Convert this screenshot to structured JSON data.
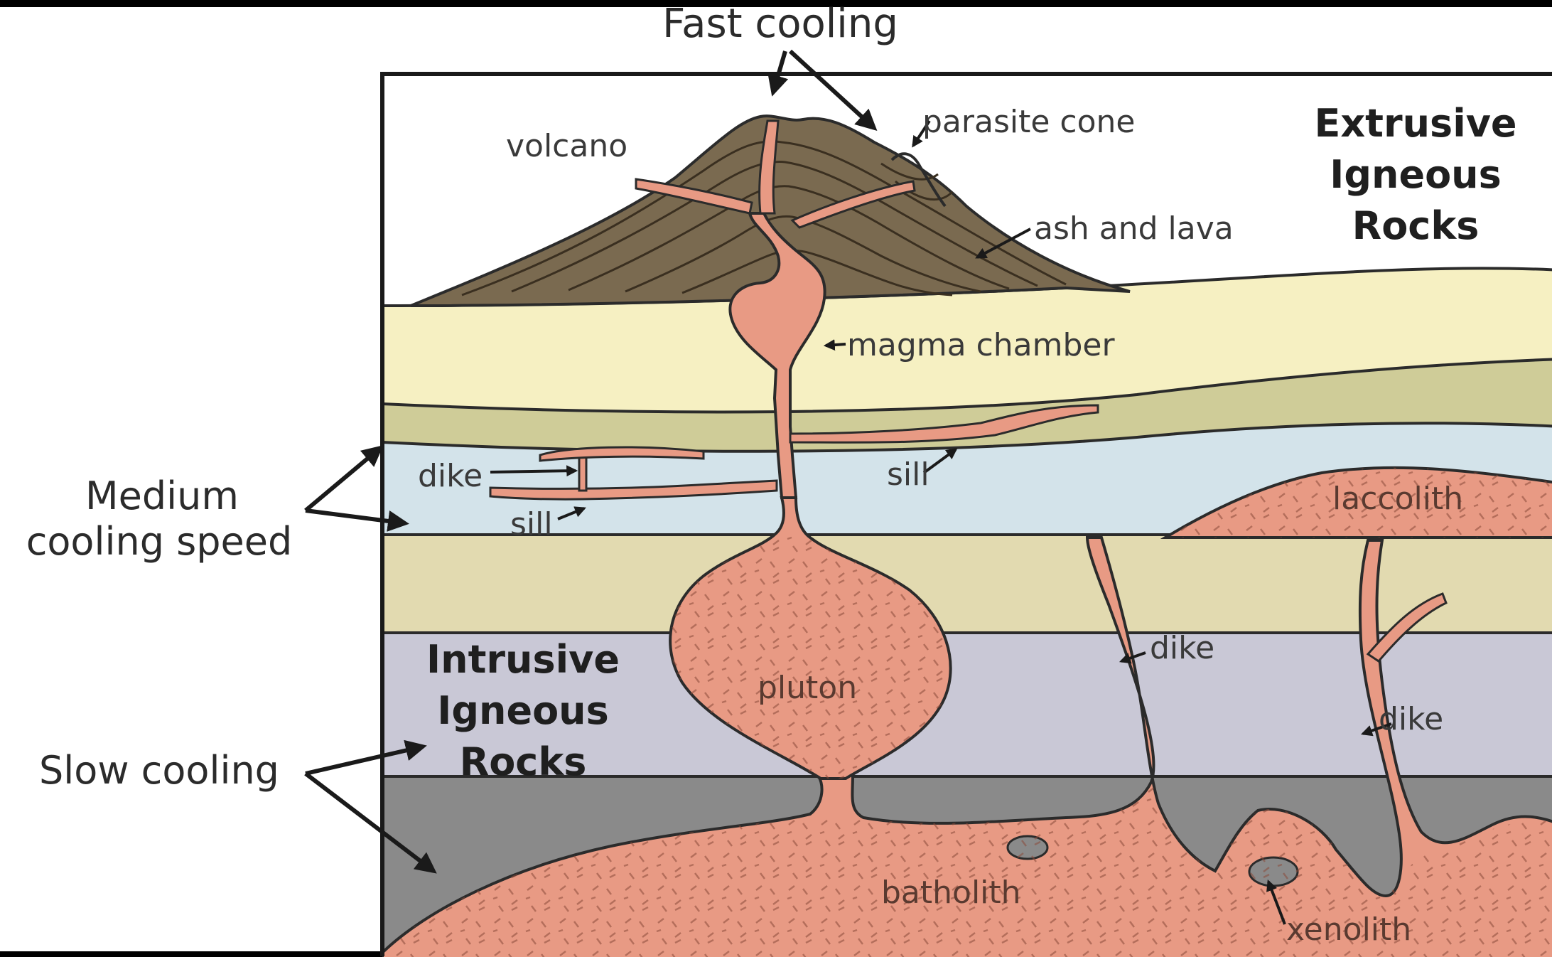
{
  "labels": {
    "fast_cooling": "Fast cooling",
    "medium_line1": "Medium",
    "medium_line2": "cooling speed",
    "slow_cooling": "Slow cooling",
    "volcano": "volcano",
    "parasite_cone": "parasite cone",
    "ash_and_lava": "ash and lava",
    "magma_chamber": "magma chamber",
    "dike_left": "dike",
    "sill_left": "sill",
    "sill_right": "sill",
    "laccolith": "laccolith",
    "dike_mid": "dike",
    "dike_right": "dike",
    "pluton": "pluton",
    "batholith": "batholith",
    "xenolith": "xenolith",
    "extrusive_1": "Extrusive",
    "extrusive_2": "Igneous",
    "extrusive_3": "Rocks",
    "intrusive_1": "Intrusive",
    "intrusive_2": "Igneous",
    "intrusive_3": "Rocks"
  },
  "colors": {
    "volcano": "#7a6a50",
    "layer_cream": "#f6f0c2",
    "layer_olive": "#cfcc98",
    "layer_blue": "#d3e3ea",
    "layer_tan": "#e2dab0",
    "layer_lavender": "#c9c8d6",
    "layer_gray": "#8a8a8a",
    "magma": "#e89a84",
    "outline": "#2b2b2b"
  }
}
